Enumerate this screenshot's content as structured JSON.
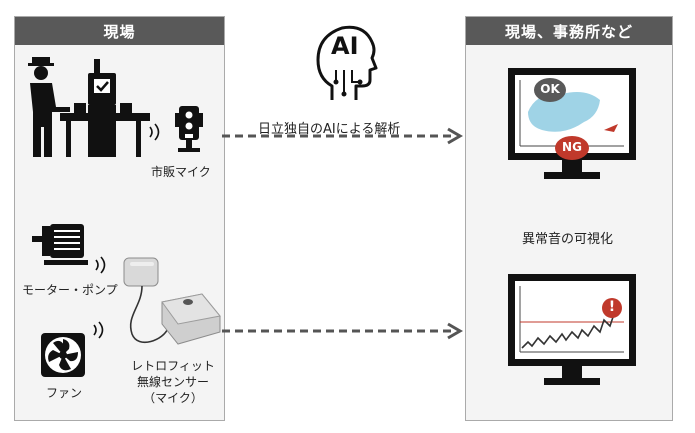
{
  "left_panel": {
    "title": "現場",
    "labels": {
      "mic": "市販マイク",
      "motor": "モーター・ポンプ",
      "fan": "ファン",
      "sensor_line1": "レトロフィット",
      "sensor_line2": "無線センサー",
      "sensor_line3": "（マイク）"
    }
  },
  "right_panel": {
    "title": "現場、事務所など",
    "visualization_label": "異常音の可視化",
    "ok_badge": "OK",
    "ng_badge": "NG",
    "alert_badge": "!"
  },
  "ai": {
    "icon_text": "AI",
    "analysis_label": "日立独自のAIによる解析"
  },
  "colors": {
    "header": "#595959",
    "accent_red": "#c0392b",
    "light_blue": "#9fd3e6",
    "arrow": "#555555"
  }
}
